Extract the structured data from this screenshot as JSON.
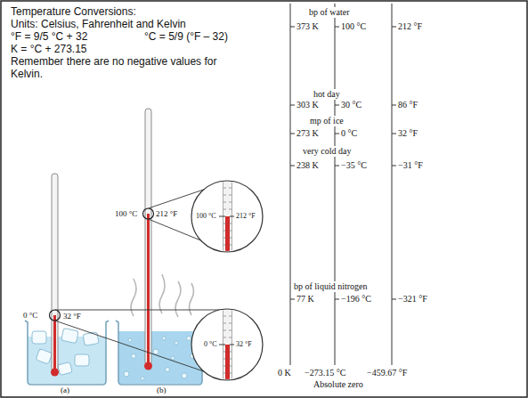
{
  "diagram": {
    "title": "Temperature Conversions:",
    "labels": [
      "Units: Celsius, Fahrenheit and Kelvin",
      "°F = 9/5 °C + 32",
      "°C = 5/9 (°F – 32)",
      "K = °C + 273.15",
      "Remember there are no negative values for Kelvin.",
      "100 °C",
      "212 °F",
      "100 °C",
      "212 °F",
      "0 °C",
      "32 °F",
      "0 °C",
      "32 °F",
      "(a)",
      "(b)",
      "bp of water",
      "373 K",
      "100 °C",
      "212 °F",
      "hot day",
      "303 K",
      "30 °C",
      "86 °F",
      "mp of ice",
      "273 K",
      "0 °C",
      "32 °F",
      "very cold day",
      "238 K",
      "−35 °C",
      "−31 °F",
      "bp of liquid nitrogen",
      "77 K",
      "−196 °C",
      "−321 °F",
      "0 K",
      "−273.15 °C",
      "−459.67 °F",
      "Absolute zero"
    ]
  }
}
